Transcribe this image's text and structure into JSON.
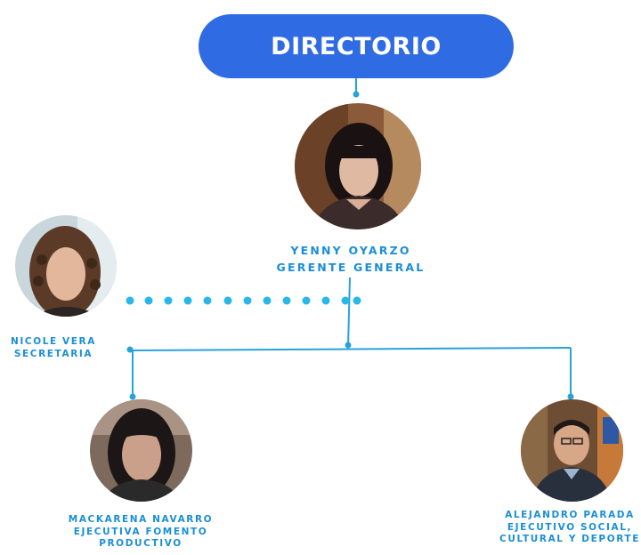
{
  "header": {
    "title": "DIRECTORIO"
  },
  "colors": {
    "header_bg": "#2f6be3",
    "line": "#27a3d8",
    "dots": "#29b6e8",
    "label_text": "#1a8fd6"
  },
  "nodes": {
    "gerente": {
      "name": "YENNY OYARZO",
      "role": "GERENTE GENERAL",
      "icon": "person-photo"
    },
    "secretaria": {
      "name": "NICOLE VERA",
      "role": "SECRETARIA",
      "icon": "person-photo"
    },
    "fomento": {
      "name": "MACKARENA NAVARRO",
      "role_line1": "EJECUTIVA FOMENTO",
      "role_line2": "PRODUCTIVO",
      "icon": "person-photo"
    },
    "social": {
      "name": "ALEJANDRO PARADA",
      "role_line1": "EJECUTIVO SOCIAL,",
      "role_line2": "CULTURAL Y DEPORTE",
      "icon": "person-photo"
    }
  }
}
